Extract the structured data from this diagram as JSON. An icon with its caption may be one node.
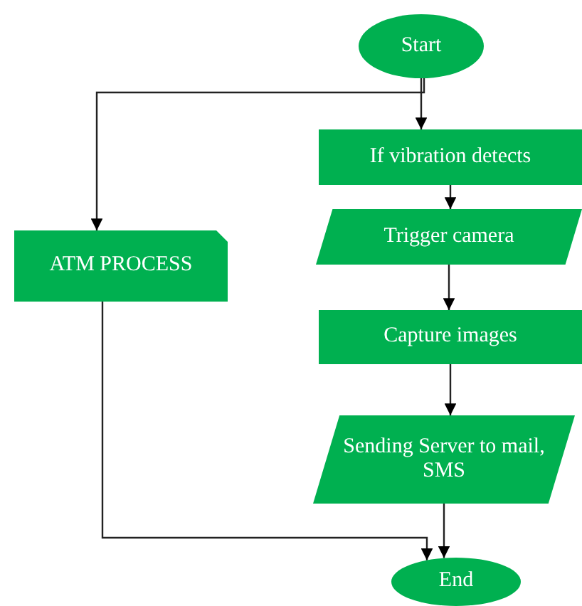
{
  "diagram": {
    "nodes": [
      {
        "text": [
          "Start"
        ]
      },
      {
        "text": [
          "If vibration detects"
        ]
      },
      {
        "text": [
          "Trigger camera"
        ]
      },
      {
        "text": [
          "ATM PROCESS"
        ]
      },
      {
        "text": [
          "Capture images"
        ]
      },
      {
        "text": [
          "Sending Server to mail, SMS"
        ]
      },
      {
        "text": [
          "End"
        ]
      }
    ],
    "edges": [
      {
        "from": 0,
        "to": 1,
        "arrow": "to"
      },
      {
        "from": 0,
        "to": 3,
        "arrow": "to"
      },
      {
        "from": 1,
        "to": 2,
        "arrow": "to"
      },
      {
        "from": 2,
        "to": 4,
        "arrow": "to"
      },
      {
        "from": 4,
        "to": 5,
        "arrow": "to"
      },
      {
        "from": 3,
        "to": 6,
        "arrow": "to"
      },
      {
        "from": 5,
        "to": 6,
        "arrow": "to"
      }
    ]
  }
}
